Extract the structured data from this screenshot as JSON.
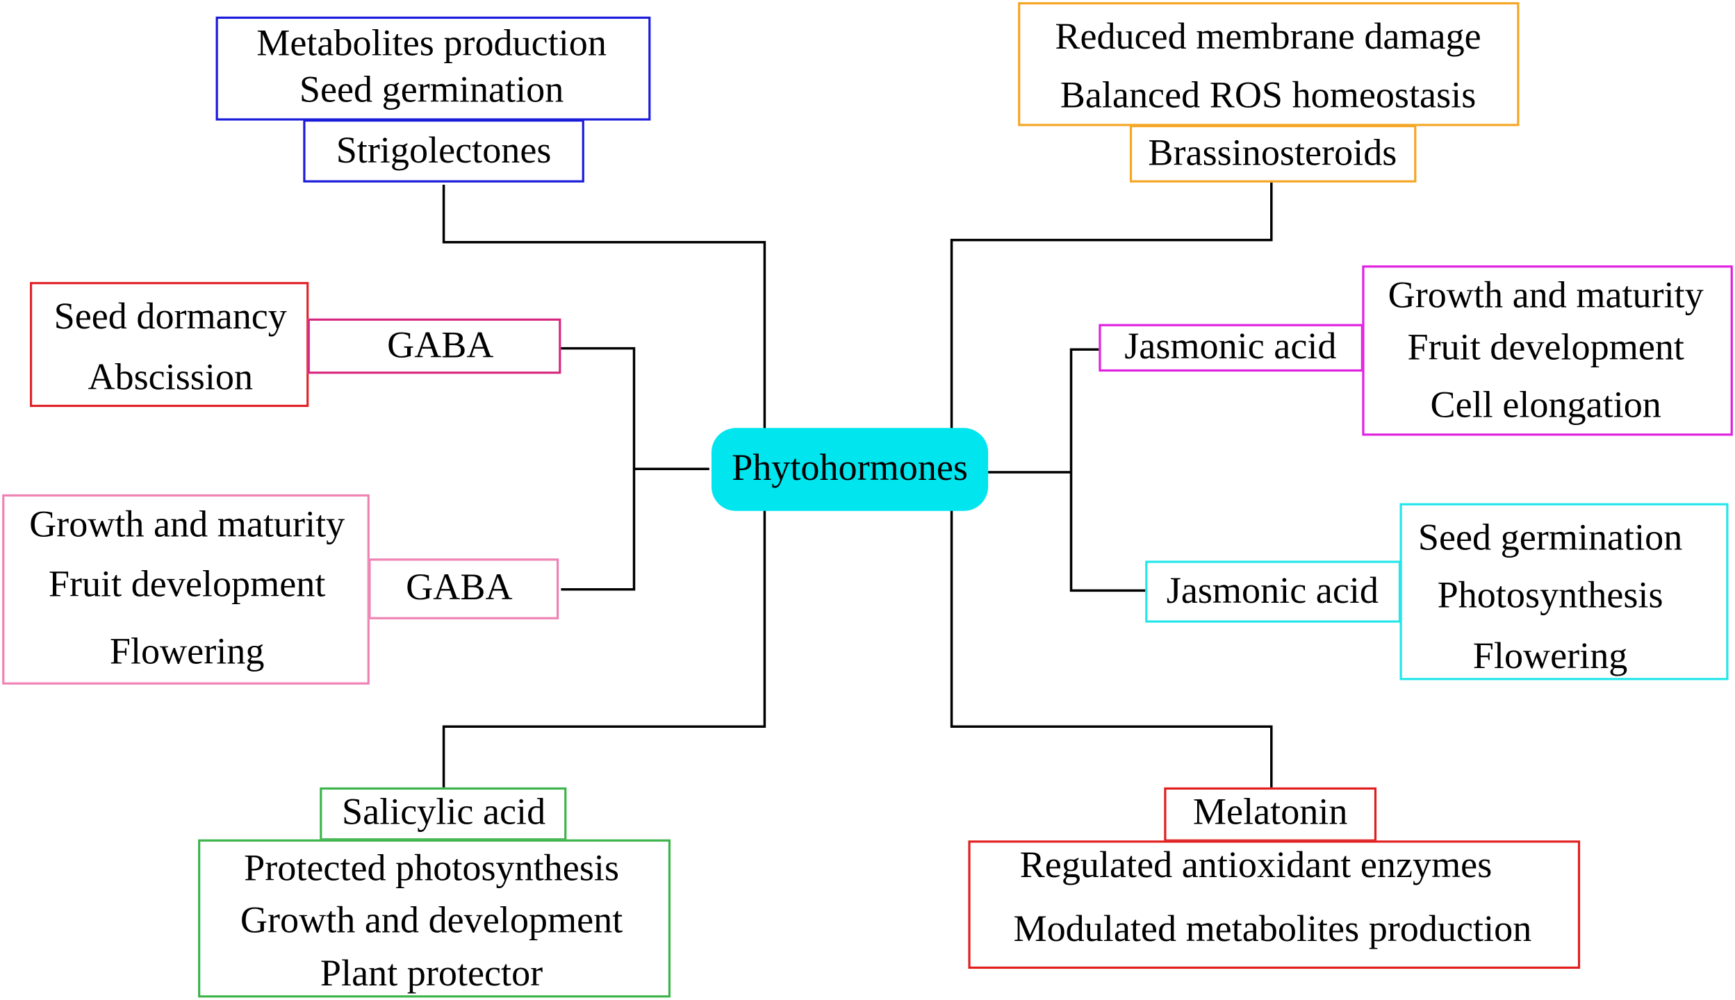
{
  "center": {
    "label": "Phytohormones",
    "color": "#00e5ee"
  },
  "nodes": {
    "strigolectones": {
      "label": "Strigolectones",
      "color": "#1a1adb",
      "effects": [
        "Metabolites production",
        "Seed germination"
      ]
    },
    "gaba_top": {
      "label": "GABA",
      "color": "#d6287e",
      "effects_color": "#e0242a",
      "effects": [
        "Seed dormancy",
        "Abscission"
      ]
    },
    "gaba_bottom": {
      "label": "GABA",
      "color": "#ee82b4",
      "effects": [
        "Growth and maturity",
        "Fruit development",
        "Flowering"
      ]
    },
    "salicylic_acid": {
      "label": "Salicylic acid",
      "color": "#3cb44b",
      "effects": [
        "Protected photosynthesis",
        "Growth and development",
        "Plant protector"
      ]
    },
    "brassinosteroids": {
      "label": "Brassinosteroids",
      "color": "#f5a623",
      "effects": [
        "Reduced membrane damage",
        "Balanced ROS homeostasis"
      ]
    },
    "jasmonic_acid_top": {
      "label": "Jasmonic acid",
      "color": "#e020e0",
      "effects": [
        "Growth and maturity",
        "Fruit development",
        "Cell elongation"
      ]
    },
    "jasmonic_acid_bottom": {
      "label": "Jasmonic acid",
      "color": "#22e6ea",
      "effects": [
        "Seed germination",
        "Photosynthesis",
        "Flowering"
      ]
    },
    "melatonin": {
      "label": "Melatonin",
      "color": "#e01e1e",
      "effects": [
        "Regulated antioxidant enzymes",
        "Modulated metabolites production"
      ]
    }
  }
}
